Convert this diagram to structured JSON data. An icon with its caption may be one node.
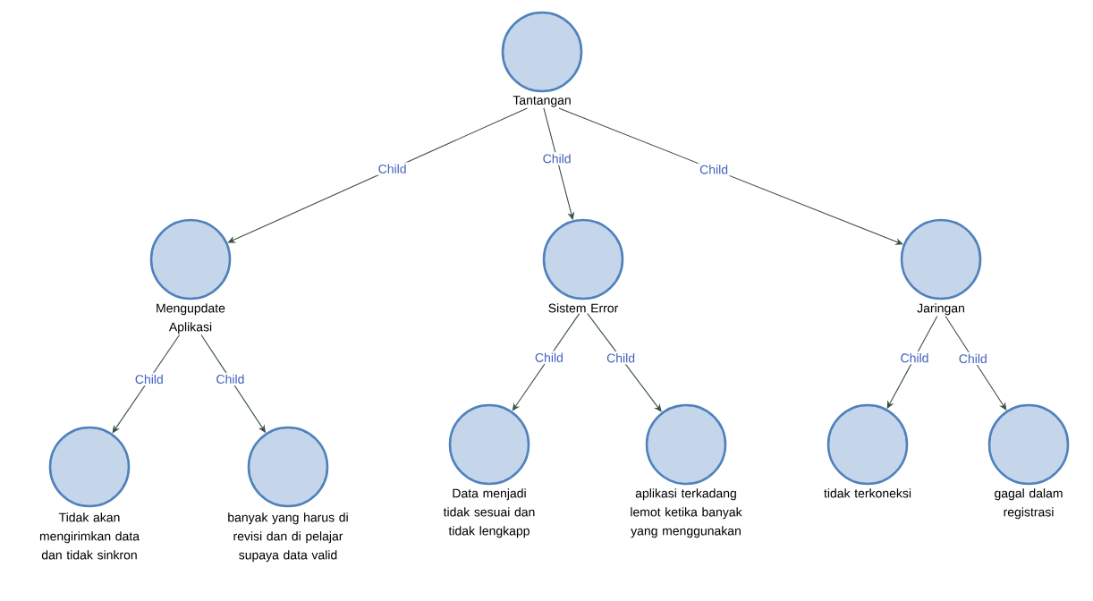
{
  "diagram": {
    "nodes": [
      {
        "text": [
          "Tantangan"
        ]
      },
      {
        "text": [
          "Mengupdate Aplikasi"
        ]
      },
      {
        "text": [
          "Sistem Error"
        ]
      },
      {
        "text": [
          "Jaringan"
        ]
      },
      {
        "text": [
          "Tidak akan mengirimkan data dan tidak sinkron"
        ]
      },
      {
        "text": [
          "banyak yang harus di revisi dan di pelajar supaya data valid"
        ]
      },
      {
        "text": [
          "Data menjadi tidak sesuai dan tidak lengkapp"
        ]
      },
      {
        "text": [
          "aplikasi terkadang lemot ketika banyak yang menggunakan"
        ]
      },
      {
        "text": [
          "tidak terkoneksi"
        ]
      },
      {
        "text": [
          "gagal dalam registrasi"
        ]
      }
    ],
    "edges": [
      {
        "from": 0,
        "to": 1,
        "arrow": "to",
        "label": "Child"
      },
      {
        "from": 0,
        "to": 2,
        "arrow": "to",
        "label": "Child"
      },
      {
        "from": 0,
        "to": 3,
        "arrow": "to",
        "label": "Child"
      },
      {
        "from": 1,
        "to": 4,
        "arrow": "to",
        "label": "Child"
      },
      {
        "from": 1,
        "to": 5,
        "arrow": "to",
        "label": "Child"
      },
      {
        "from": 2,
        "to": 6,
        "arrow": "to",
        "label": "Child"
      },
      {
        "from": 2,
        "to": 7,
        "arrow": "to",
        "label": "Child"
      },
      {
        "from": 3,
        "to": 8,
        "arrow": "to",
        "label": "Child"
      },
      {
        "from": 3,
        "to": 9,
        "arrow": "to",
        "label": "Child"
      }
    ]
  }
}
